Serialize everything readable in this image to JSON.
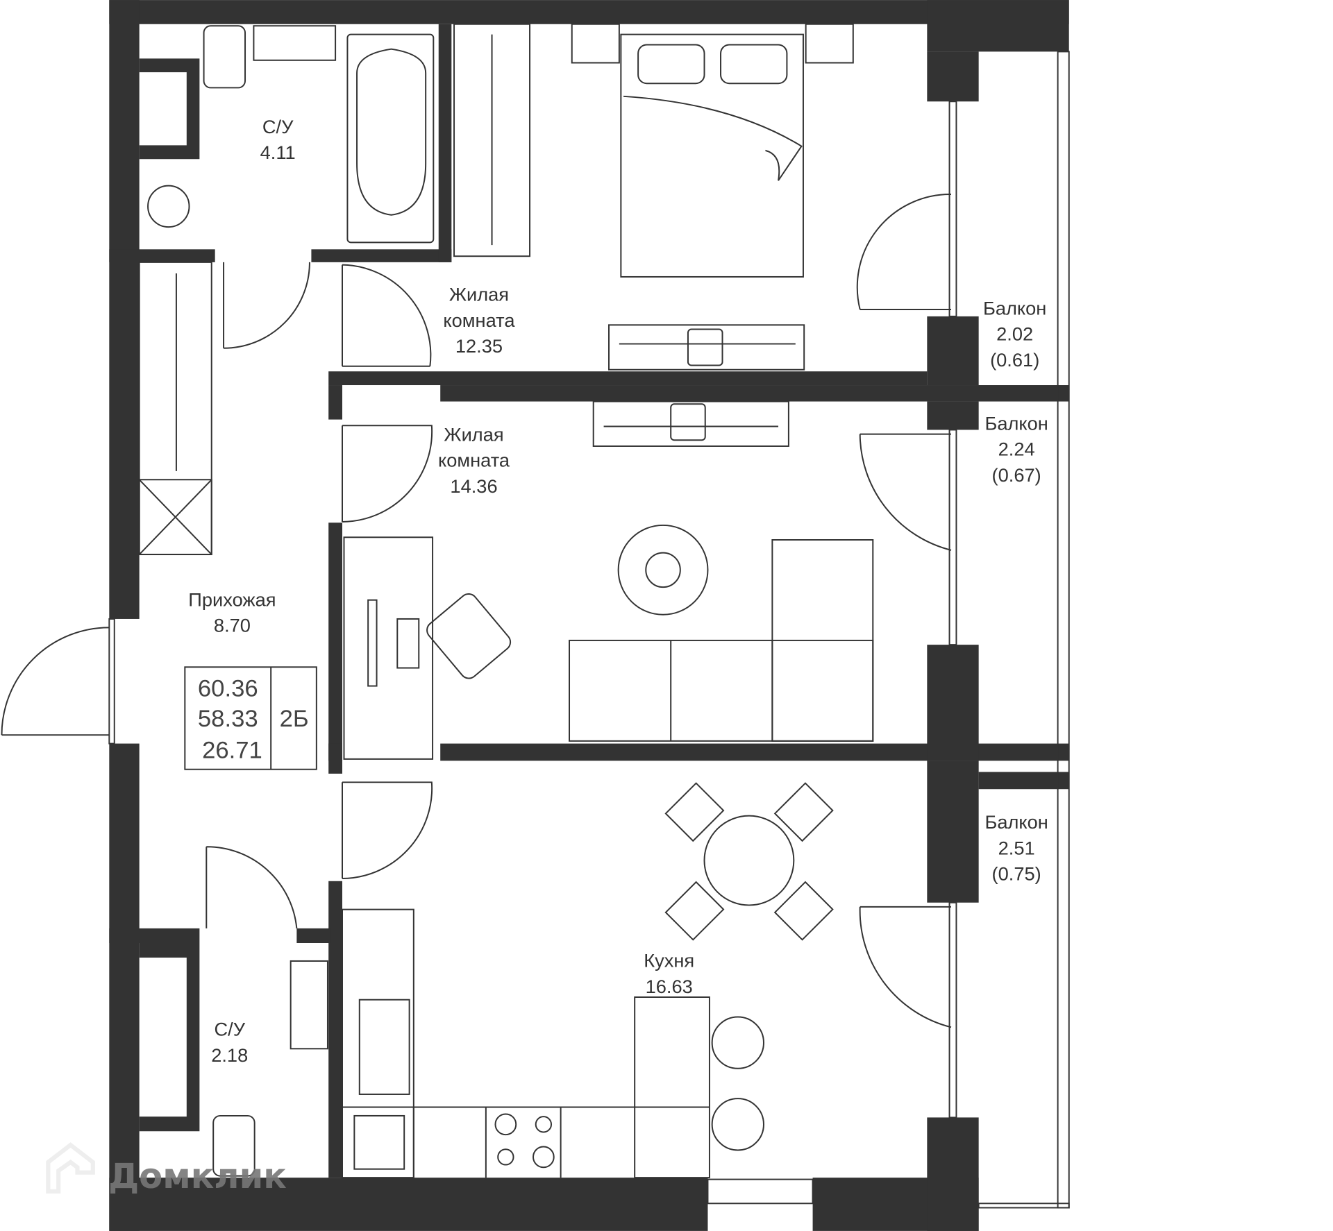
{
  "rooms": [
    {
      "name": "С/У",
      "area": "4.11"
    },
    {
      "name": "Жилая",
      "name2": "комната",
      "area": "12.35"
    },
    {
      "name": "Жилая",
      "name2": "комната",
      "area": "14.36"
    },
    {
      "name": "Прихожая",
      "area": "8.70"
    },
    {
      "name": "С/У",
      "area": "2.18"
    },
    {
      "name": "Кухня",
      "area": "16.63"
    }
  ],
  "balconies": [
    {
      "name": "Балкон",
      "area": "2.02",
      "reduced": "(0.61)"
    },
    {
      "name": "Балкон",
      "area": "2.24",
      "reduced": "(0.67)"
    },
    {
      "name": "Балкон",
      "area": "2.51",
      "reduced": "(0.75)"
    }
  ],
  "summary": {
    "total": "60.36",
    "living_total": "58.33",
    "living": "26.71",
    "type": "2Б"
  },
  "watermark": "Домклик",
  "colors": {
    "wall": "#333333",
    "line": "#333333"
  }
}
